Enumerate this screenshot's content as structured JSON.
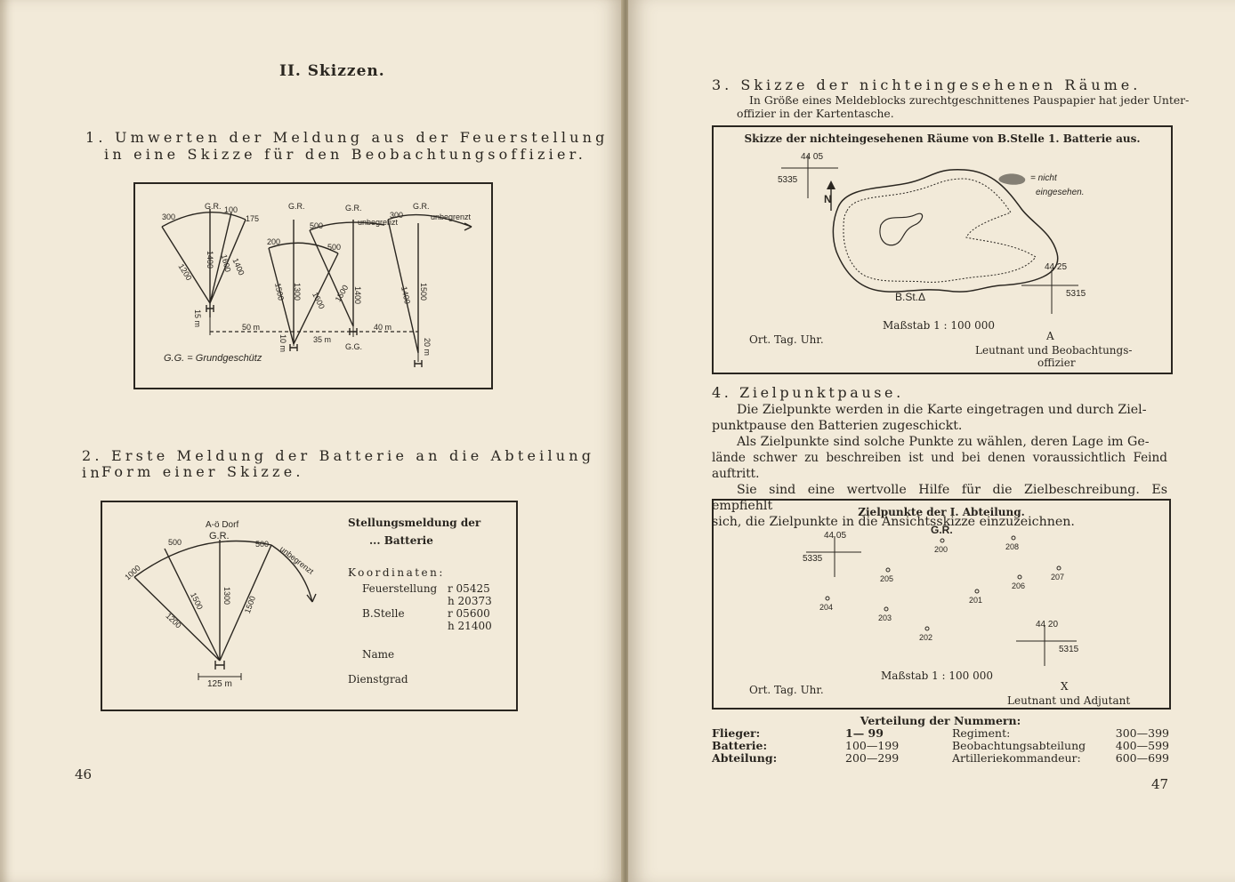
{
  "left": {
    "section_title": "II. Skizzen.",
    "item1": {
      "line1": "1. Umwerten der Meldung aus der Feuerstellung",
      "line2": "in eine Skizze für den Beobachtungsoffizier."
    },
    "fig1": {
      "gg_legend": "G.G. = Grundgeschütz",
      "labels": {
        "gr": "G.R.",
        "unbegrenzt": "unbegrenzt",
        "d300": "300",
        "d100": "100",
        "d175": "175",
        "d200": "200",
        "d500": "500",
        "r1200": "1200",
        "r1400": "1400",
        "r1600": "1600",
        "r1500": "1500",
        "r1300": "1300",
        "m15": "15 m",
        "m50": "50 m",
        "m10": "10 m",
        "m35": "35 m",
        "m40": "40 m",
        "m20": "20 m",
        "gg": "G.G."
      }
    },
    "item2": {
      "line1": "2. Erste Meldung der Batterie an die Abteilung in",
      "line2": "Form einer Skizze."
    },
    "fig2": {
      "label_a_dorf": "A-ö Dorf",
      "label_gr": "G.R.",
      "label_500": "500",
      "label_1000": "1000",
      "label_unbegrenzt": "unbegrenzt",
      "label_1200": "1200",
      "label_1300": "1300",
      "label_1500": "1500",
      "label_125m": "125 m",
      "report_title_1": "Stellungsmeldung der",
      "report_title_2": "... Batterie",
      "coords_label": "Koordinaten:",
      "feuerstellung": "Feuerstellung",
      "fs_r": "r 05425",
      "fs_h": "h 20373",
      "bstelle": "B.Stelle",
      "bs_r": "r 05600",
      "bs_h": "h 21400",
      "name": "Name",
      "dienstgrad": "Dienstgrad"
    },
    "page_number": "46"
  },
  "right": {
    "item3": {
      "title": "3. Skizze der nichteingesehenen Räume.",
      "text1": "In Größe eines Meldeblocks zurechtgeschnittenes Pauspapier hat jeder Unter-",
      "text2": "offizier in der Kartentasche."
    },
    "fig3": {
      "title": "Skizze der nichteingesehenen Räume von B.Stelle 1. Batterie aus.",
      "grid1_top": "44 05",
      "grid1_left": "5335",
      "grid2_top": "44 25",
      "grid2_right": "5315",
      "north": "N",
      "legend_eq": "= nicht",
      "legend_2": "eingesehen.",
      "bst": "B.St.Δ",
      "scale": "Maßstab 1 : 100 000",
      "ort": "Ort. Tag. Uhr.",
      "sign_a": "A",
      "signature_1": "Leutnant und Beobachtungs-",
      "signature_2": "offizier"
    },
    "item4": {
      "title": "4. Zielpunktpause.",
      "lines": [
        "Die Zielpunkte werden in die Karte eingetragen und durch Ziel-",
        "punktpause den Batterien zugeschickt.",
        "Als Zielpunkte sind solche Punkte zu wählen, deren Lage im Ge-",
        "lände schwer zu beschreiben ist und bei denen voraussichtlich Feind auftritt.",
        "Sie sind eine wertvolle Hilfe für die Zielbeschreibung. Es empfiehlt",
        "sich, die Zielpunkte in die Ansichtsskizze einzuzeichnen."
      ]
    },
    "fig4": {
      "title": "Zielpunkte der I. Abteilung.",
      "gr": "G.R.",
      "grid1_top": "44 05",
      "grid1_left": "5335",
      "grid2_top": "44 20",
      "grid2_right": "5315",
      "points": [
        {
          "label": "200"
        },
        {
          "label": "208"
        },
        {
          "label": "205"
        },
        {
          "label": "207"
        },
        {
          "label": "206"
        },
        {
          "label": "201"
        },
        {
          "label": "204"
        },
        {
          "label": "203"
        },
        {
          "label": "202"
        }
      ],
      "scale": "Maßstab 1 : 100 000",
      "ort": "Ort. Tag. Uhr.",
      "sign_x": "X",
      "signature": "Leutnant und Adjutant"
    },
    "distribution": {
      "title": "Verteilung der Nummern:",
      "rows": [
        {
          "k1": "Flieger:",
          "v1": "1— 99",
          "k2": "Regiment:",
          "v2": "300—399"
        },
        {
          "k1": "Batterie:",
          "v1": "100—199",
          "k2": "Beobachtungsabteilung",
          "v2": "400—599"
        },
        {
          "k1": "Abteilung:",
          "v1": "200—299",
          "k2": "Artilleriekommandeur:",
          "v2": "600—699"
        }
      ]
    },
    "page_number": "47"
  }
}
